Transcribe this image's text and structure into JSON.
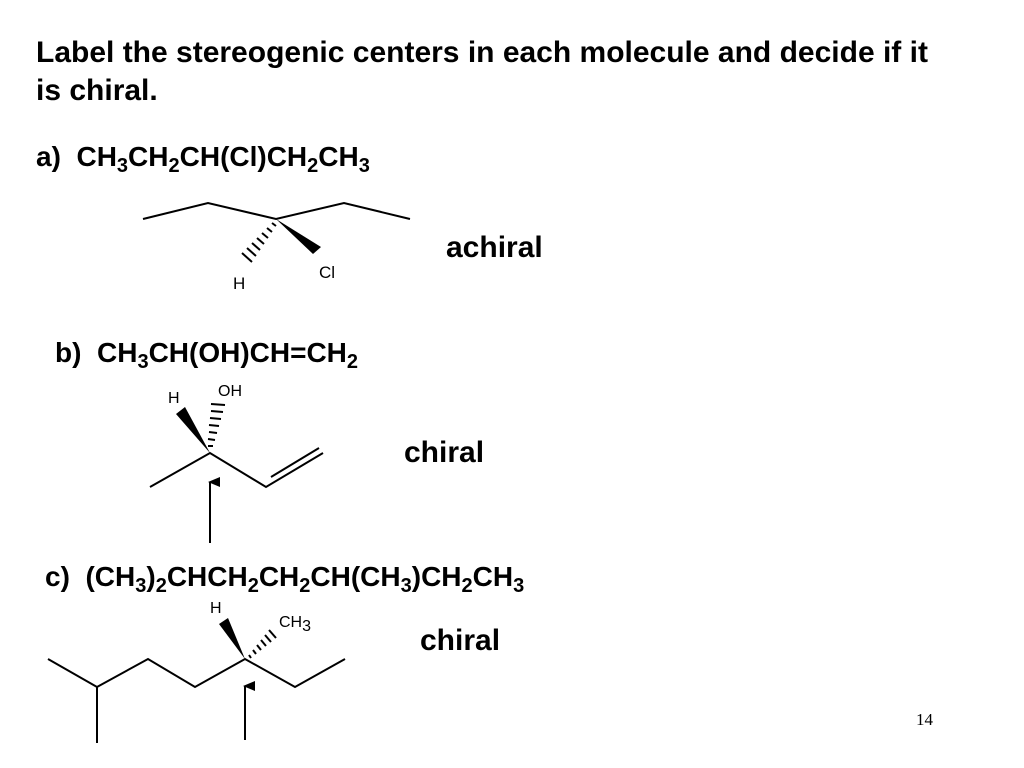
{
  "title": "Label the stereogenic centers in each molecule and decide if it is chiral.",
  "problems": [
    {
      "letter": "a)",
      "formula": [
        {
          "t": "CH"
        },
        {
          "s": "3"
        },
        {
          "t": "CH"
        },
        {
          "s": "2"
        },
        {
          "t": "CH(Cl)CH"
        },
        {
          "s": "2"
        },
        {
          "t": "CH"
        },
        {
          "s": "3"
        }
      ],
      "atom_labels": {
        "h": "H",
        "cl": "Cl"
      },
      "answer": "achiral"
    },
    {
      "letter": "b)",
      "formula": [
        {
          "t": "CH"
        },
        {
          "s": "3"
        },
        {
          "t": "CH(OH)CH=CH"
        },
        {
          "s": "2"
        }
      ],
      "atom_labels": {
        "h": "H",
        "oh": "OH"
      },
      "answer": "chiral"
    },
    {
      "letter": "c)",
      "formula": [
        {
          "t": "(CH"
        },
        {
          "s": "3"
        },
        {
          "t": ")"
        },
        {
          "s": "2"
        },
        {
          "t": "CHCH"
        },
        {
          "s": "2"
        },
        {
          "t": "CH"
        },
        {
          "s": "2"
        },
        {
          "t": "CH(CH"
        },
        {
          "s": "3"
        },
        {
          "t": ")CH"
        },
        {
          "s": "2"
        },
        {
          "t": "CH"
        },
        {
          "s": "3"
        }
      ],
      "atom_labels": {
        "h": "H",
        "ch3_main": "CH",
        "ch3_sub": "3"
      },
      "answer": "chiral"
    }
  ],
  "page_number": "14"
}
